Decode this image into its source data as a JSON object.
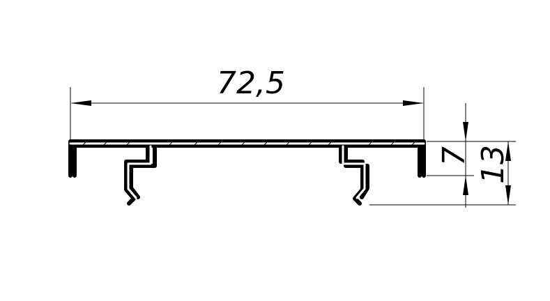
{
  "dimensions": {
    "width_label": "72,5",
    "height_small_label": "7",
    "height_total_label": "13"
  },
  "colors": {
    "line": "#000000",
    "background": "#ffffff"
  }
}
